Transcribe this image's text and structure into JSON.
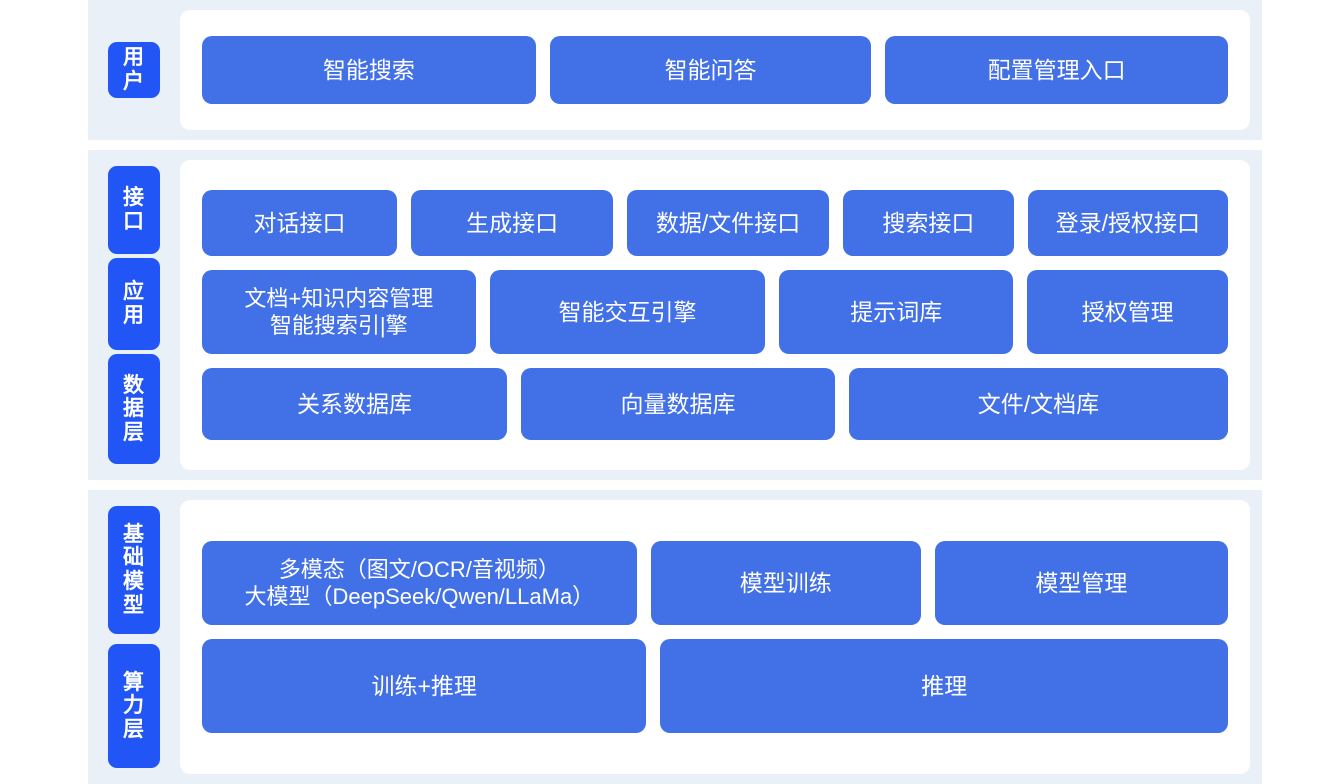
{
  "diagram": {
    "title": "AI Platform Layered Architecture",
    "colors": {
      "band_background": "#eaf0f8",
      "card_background": "#ffffff",
      "box_fill": "#4270e6",
      "rail_tab_fill": "#2155f5",
      "box_text": "#ffffff",
      "page_background": "#ffffff"
    }
  },
  "sections": [
    {
      "id": "user",
      "rails": [
        {
          "label": "用户"
        }
      ],
      "rows": [
        {
          "id": "user-apps",
          "boxes": [
            {
              "label": "智能搜索",
              "flex": 1.04
            },
            {
              "label": "智能问答",
              "flex": 1.0
            },
            {
              "label": "配置管理入口",
              "flex": 1.07
            }
          ]
        }
      ]
    },
    {
      "id": "platform",
      "rails": [
        {
          "label": "接口"
        },
        {
          "label": "应用"
        },
        {
          "label": "数据层"
        }
      ],
      "rows": [
        {
          "id": "api",
          "boxes": [
            {
              "label": "对话接口",
              "flex": 1.0
            },
            {
              "label": "生成接口",
              "flex": 1.04
            },
            {
              "label": "数据/文件接口",
              "flex": 1.04
            },
            {
              "label": "搜索接口",
              "flex": 0.86
            },
            {
              "label": "登录/授权接口",
              "flex": 1.03
            }
          ]
        },
        {
          "id": "app",
          "boxes": [
            {
              "label": "文档+知识内容管理\n智能搜索引|擎",
              "flex": 1.15,
              "two_line": true
            },
            {
              "label": "智能交互引擎",
              "flex": 1.16
            },
            {
              "label": "提示词库",
              "flex": 0.97
            },
            {
              "label": "授权管理",
              "flex": 0.82
            }
          ]
        },
        {
          "id": "data",
          "boxes": [
            {
              "label": "关系数据库",
              "flex": 1.0
            },
            {
              "label": "向量数据库",
              "flex": 1.03
            },
            {
              "label": "文件/文档库",
              "flex": 1.26
            }
          ]
        }
      ]
    },
    {
      "id": "infra",
      "rails": [
        {
          "label": "基础模型"
        },
        {
          "label": "算力层"
        }
      ],
      "rows": [
        {
          "id": "model",
          "boxes": [
            {
              "label": "多模态（图文/OCR/音视频）\n大模型（DeepSeek/Qwen/LLaMa）",
              "flex": 1.26,
              "two_line": true
            },
            {
              "label": "模型训练",
              "flex": 0.76
            },
            {
              "label": "模型管理",
              "flex": 0.83
            }
          ]
        },
        {
          "id": "compute",
          "boxes": [
            {
              "label": "训练+推理",
              "flex": 1.0
            },
            {
              "label": "推理",
              "flex": 1.29
            }
          ]
        }
      ]
    }
  ]
}
